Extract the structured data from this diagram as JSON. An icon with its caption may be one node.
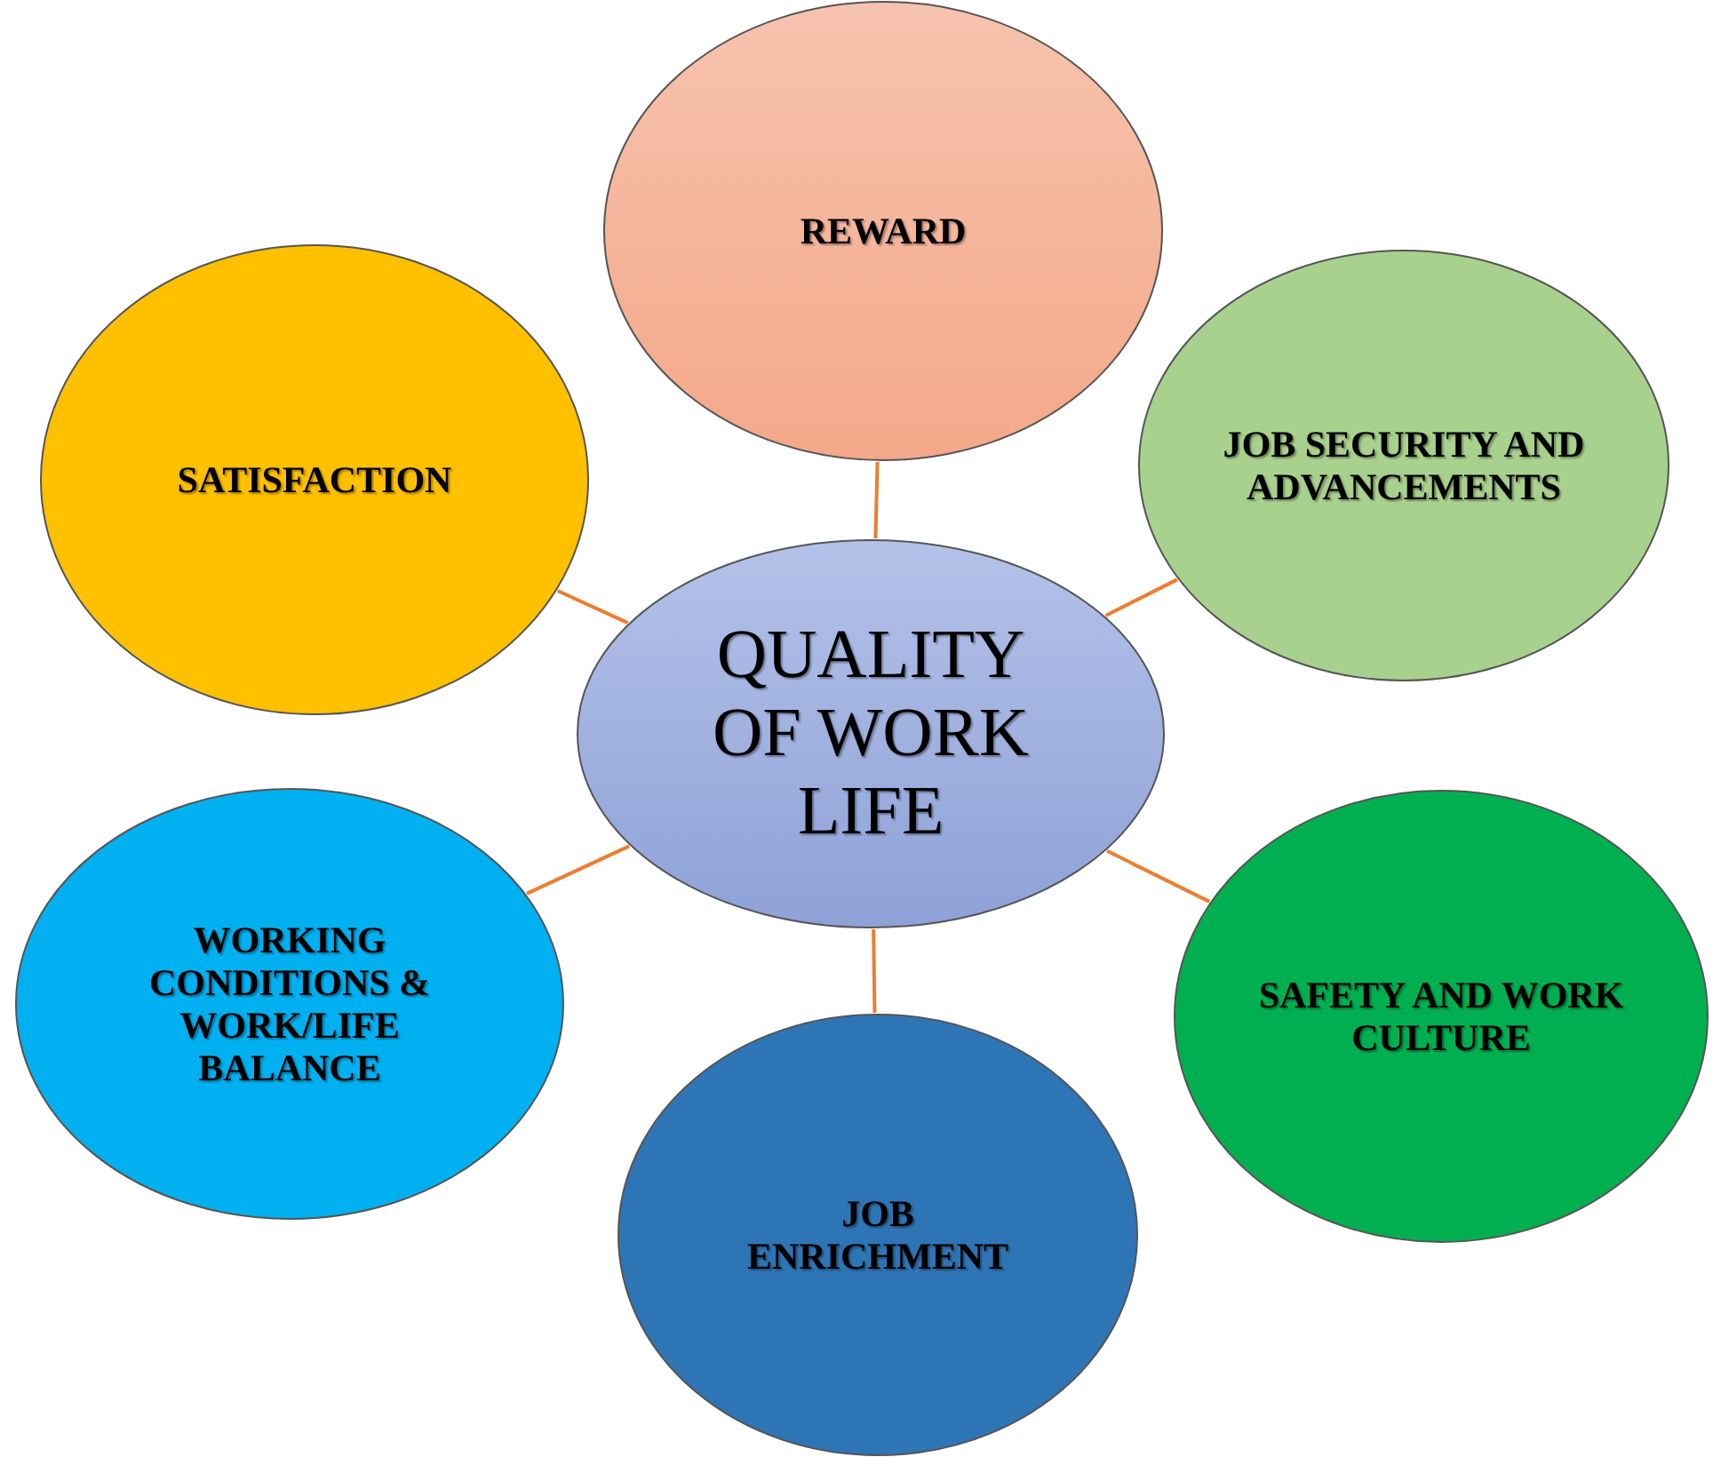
{
  "diagram": {
    "nodes": [
      {
        "text": [
          "QUALITY OF WORK LIFE"
        ]
      },
      {
        "text": [
          "REWARD"
        ]
      },
      {
        "text": [
          "JOB SECURITY AND ADVANCEMENTS"
        ]
      },
      {
        "text": [
          "SAFETY AND WORK CULTURE"
        ]
      },
      {
        "text": [
          "JOB ENRICHMENT"
        ]
      },
      {
        "text": [
          "WORKING CONDITIONS & WORK/LIFE BALANCE"
        ]
      },
      {
        "text": [
          "SATISFACTION"
        ]
      }
    ],
    "edges": [
      {
        "from": 0,
        "to": 1,
        "arrow": "none"
      },
      {
        "from": 0,
        "to": 2,
        "arrow": "none"
      },
      {
        "from": 0,
        "to": 3,
        "arrow": "none"
      },
      {
        "from": 0,
        "to": 4,
        "arrow": "none"
      },
      {
        "from": 0,
        "to": 5,
        "arrow": "none"
      },
      {
        "from": 0,
        "to": 6,
        "arrow": "none"
      }
    ]
  }
}
